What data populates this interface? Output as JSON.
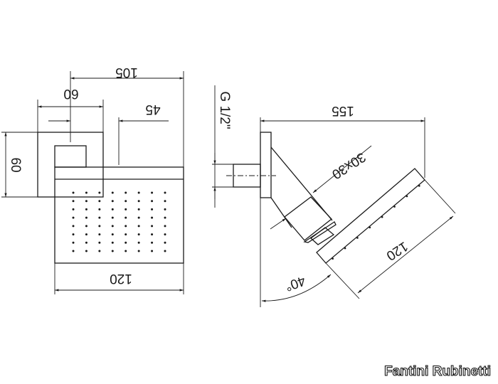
{
  "front_view": {
    "dims": {
      "overall_depth": "105",
      "plate_width": "60",
      "arm_offset": "45",
      "plate_height": "60",
      "head_width": "120"
    },
    "nozzle_grid": {
      "rows": 8,
      "cols": 8
    }
  },
  "side_view": {
    "dims": {
      "thread": "G 1/2\"",
      "projection": "155",
      "arm_section": "30x30",
      "head_length": "120",
      "tilt_angle": "40°"
    }
  },
  "brand": {
    "name": "Fantini Rubinetti"
  }
}
